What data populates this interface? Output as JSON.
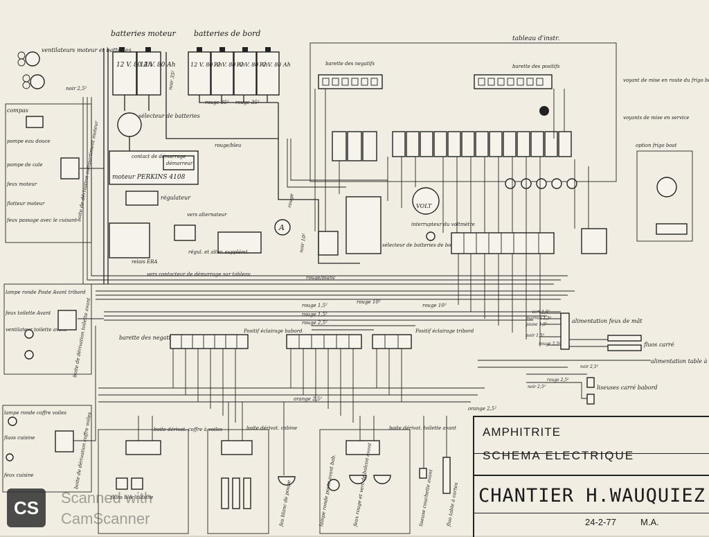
{
  "labels": {
    "ventilateurs": "ventilateurs moteur et batteries",
    "batteries_moteur": "batteries moteur",
    "batteries_bord": "batteries de bord",
    "tableau_dinstr": "tableau d'instr.",
    "barette_negatifs_top": "barette des negatifs",
    "barette_positifs_top": "barette des positifs",
    "voyant_mise_en_route": "voyant de mise en route du frigo boat",
    "voyants_service": "voyants de mise en service",
    "option_frigo": "option frigo boat",
    "compas": "compas",
    "pompe_eau_douce": "pompe eau douce",
    "pompe_de_cale": "pompe de cale",
    "feux_moteur": "feux moteur",
    "flotteur_moteur": "flotteur moteur",
    "feux_passage": "feux passage avec le cuisant",
    "boite_derivation_moteur": "boite de dérivation compartiment moteur",
    "selecteur_batteries": "sélecteur de batteries",
    "contact_demarrage": "contact de démarrage",
    "demarreur": "démarreur",
    "moteur_perkins": "moteur PERKINS 4108",
    "regulateur": "régulateur",
    "vers_alternateur": "vers alternateur",
    "relais_era": "relais ERA",
    "regul_alter": "régul. et alter. supplémt.",
    "vers_contacteur": "vers contacteur de démarrage sur tableau",
    "ammeter": "A",
    "volt": "VOLT",
    "interrupteur_voltmetre": "interrupteur du voltmètre",
    "selecteur_batteries_bord": "sélecteur de batteries de bord",
    "barette_negatifs_bottom": "barette des negatifs",
    "positif_eclairage_babord": "Positif éclairage babord",
    "positif_eclairage_tribord": "Positif éclairage tribord",
    "alimentation_feux_mat": "alimentation feux de mât",
    "fluos_carre": "fluos carré",
    "alimentation_table_cartes": "alimentation table à cartes",
    "liseuses_carre": "liseuses carré babord",
    "lampe_ronde_avant": "lampe ronde Poste Avant tribord",
    "feux_toilette_avant": "feux toilette Avant",
    "ventilateur_toilette": "ventilateur toilette avant",
    "boite_derivation_avant": "boite de dérivation toilette avant",
    "lampe_coffre_voiles": "lampe ronde coffre voiles",
    "fluos_cuisine": "fluos cuisine",
    "feux_cuisine": "feux cuisine",
    "boite_derivation_voiles": "boite de dérivation coffre voiles",
    "boite_derivation_coffre": "boite dérivat. coffre à voiles",
    "fluos_bloc": "fluos bloc cuisine",
    "boite_derivation_cabine": "boite dérivat. cabine",
    "boite_derivation_avant2": "boite dérivat. toilette avant",
    "feux_blanc_poupe": "feu blanc de poupe",
    "lampe_ronde_avant_bab": "lampe ronde poste avant bab.",
    "feux_rouge_vert": "feux rouge et vert de balcon avant",
    "liseuse_couchette": "liseuse couchette avant",
    "fluo_table": "fluo table à cartes",
    "wires": {
      "noir_25": "noir 2,5²",
      "noir_35": "noir 35²",
      "rouge_35a": "rouge 35²",
      "rouge_35b": "rouge 35²",
      "rouge_bleu": "rouge/bleu",
      "rouge": "rouge",
      "noir_10": "noir 10²",
      "rouge_blanc": "rouge/blanc",
      "rouge_15a": "rouge 1,5²",
      "rouge_15b": "rouge 1,5²",
      "rouge_25a": "rouge 2,5²",
      "rouge_25b": "rouge 2,5²",
      "rouge_10a": "rouge 10²",
      "rouge_10b": "rouge 10²",
      "vert_15": "vert 1,5²",
      "marron_15": "marron 1,5²",
      "jaune_15": "jaune 1,5²",
      "noir_15": "noir 1,5²",
      "rouge_25c": "rouge 2,5²",
      "noir_25b": "noir 2,5²",
      "orange_25a": "orange 2,5²",
      "orange_25b": "orange 2,5²",
      "rouge_25d": "rouge 2,5²",
      "noir_25c": "noir 2,5²"
    }
  },
  "battery_labels": [
    "12 V. 80 Ah",
    "12 V. 80 Ah",
    "12 V. 80 Ah",
    "12 V. 80 Ah",
    "12 V. 80 Ah",
    "12 V. 80 Ah"
  ],
  "title_block": {
    "boat_name": "AMPHITRITE",
    "doc_title": "SCHEMA ELECTRIQUE",
    "yard": "CHANTIER H.WAUQUIEZ",
    "date": "24-2-77",
    "initials": "M.A."
  },
  "watermark": {
    "logo": "CS",
    "line1": "Scanned with",
    "line2": "CamScanner"
  }
}
